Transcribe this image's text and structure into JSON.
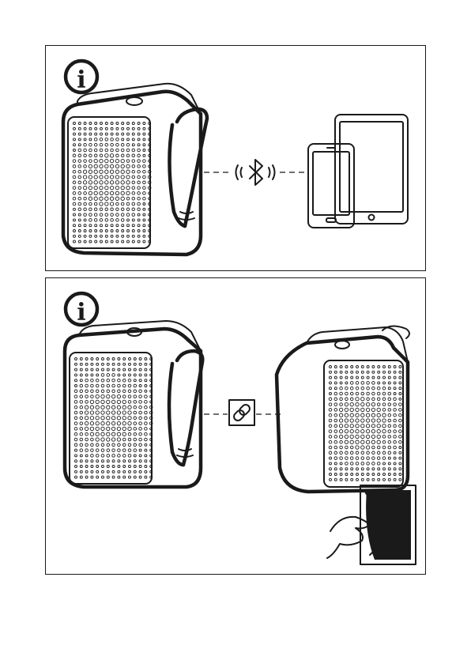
{
  "page": {
    "panels": [
      {
        "id": "bluetooth-pairing",
        "info_icon": "info-icon",
        "left_device": "speaker-with-strap",
        "connector_icon": "bluetooth-icon",
        "right_devices": [
          "smartphone-icon",
          "tablet-icon"
        ]
      },
      {
        "id": "speaker-linking",
        "info_icon": "info-icon",
        "left_device": "speaker-with-strap",
        "connector_icon": "link-icon",
        "right_device": "speaker-rear-view",
        "corner_icon": "page-turn-icon"
      }
    ],
    "colors": {
      "ink": "#1a1a1a",
      "background": "#ffffff"
    }
  }
}
